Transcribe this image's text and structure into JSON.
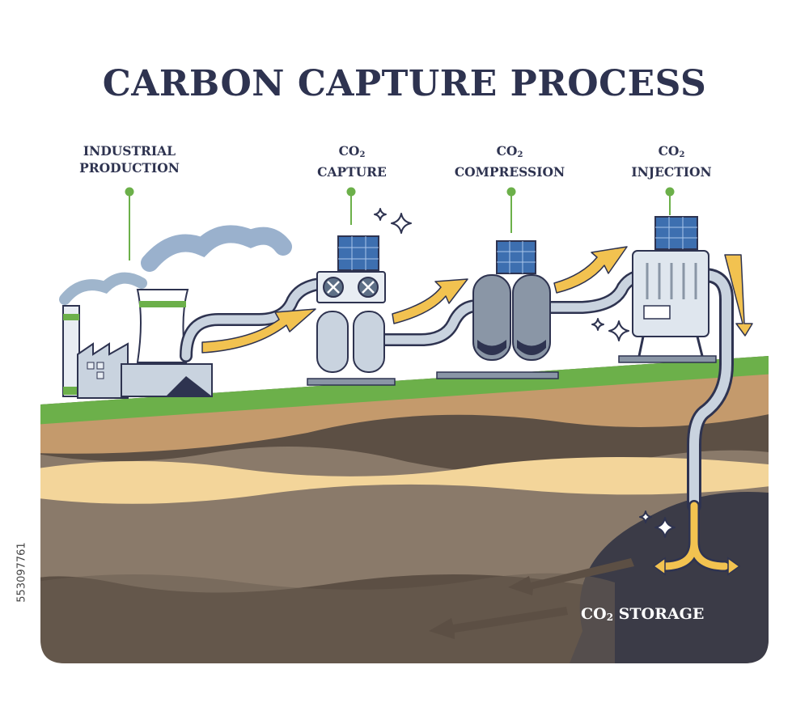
{
  "title": "CARBON CAPTURE PROCESS",
  "stages": [
    {
      "line1": "INDUSTRIAL",
      "line2": "PRODUCTION"
    },
    {
      "line1": "CO",
      "line1_sub": "2",
      "line2": "CAPTURE"
    },
    {
      "line1": "CO",
      "line1_sub": "2",
      "line2": "COMPRESSION"
    },
    {
      "line1": "CO",
      "line1_sub": "2",
      "line2": "INJECTION"
    }
  ],
  "storage_label": {
    "prefix": "CO",
    "sub": "2",
    "suffix": " STORAGE"
  },
  "side_id": "553097761",
  "colors": {
    "title": "#2e3350",
    "grass": "#6cb04a",
    "soil_top": "#c49a6c",
    "sand": "#f3d59a",
    "soil_mid": "#8a7a6a",
    "soil_deep": "#5c4f44",
    "storage_pocket": "#3b3b47",
    "arrow": "#f2c250",
    "pipe": "#c9d3df",
    "connector": "#6cb04a"
  },
  "icons": [
    "factory-icon",
    "cooling-tower-icon",
    "solar-panel-icon",
    "capture-tank-icon",
    "compression-tank-icon",
    "injection-unit-icon",
    "sparkle-icon",
    "flow-arrow-icon"
  ]
}
